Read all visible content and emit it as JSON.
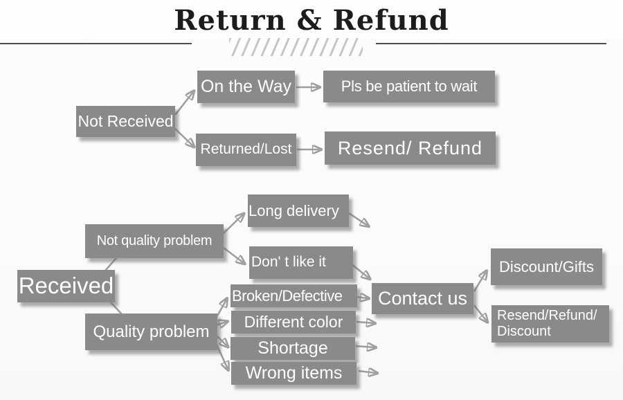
{
  "header": {
    "title": "Return & Refund"
  },
  "nodes": {
    "not_received": "Not Received",
    "on_the_way": "On the Way",
    "pls_be_patient": "Pls be patient to wait",
    "returned_lost": "Returned/Lost",
    "resend_refund": "Resend/ Refund",
    "received": "Received",
    "not_quality_problem": "Not quality problem",
    "long_delivery": "Long delivery",
    "dont_like_it": "Don' t like it",
    "quality_problem": "Quality problem",
    "broken_defective": "Broken/Defective",
    "different_color": "Different color",
    "shortage": "Shortage",
    "wrong_items": "Wrong items",
    "contact_us": "Contact us",
    "discount_gifts": "Discount/Gifts",
    "resend_refund_discount": "Resend/Refund/\nDiscount"
  },
  "colors": {
    "node_fill": "#8a8a8a",
    "node_text": "#ffffff",
    "arrow": "#9e9e9e",
    "title_text": "#1c1c1c",
    "rule": "#4d4d4d",
    "hatch": "#c6c6c6",
    "background": "#fbfbfb"
  }
}
